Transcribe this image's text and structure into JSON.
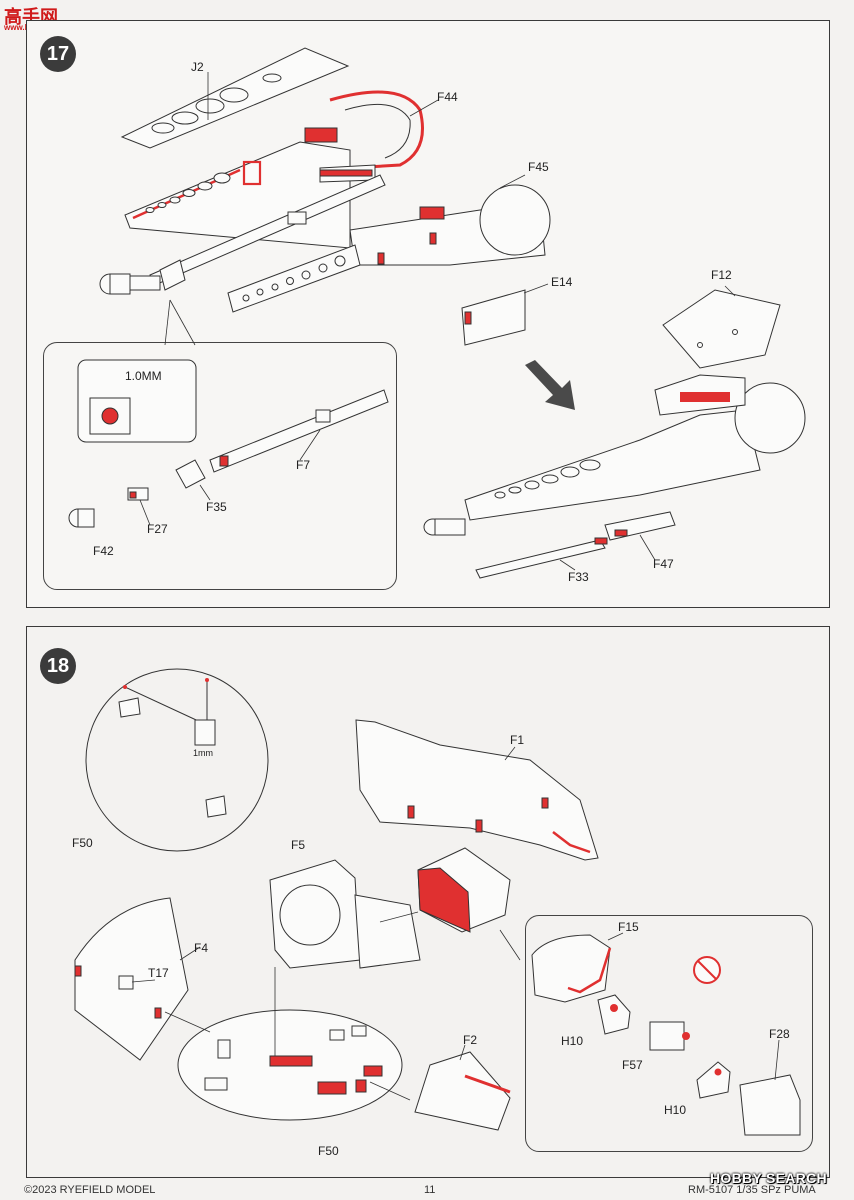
{
  "watermark": {
    "logo_text": "高手网",
    "logo_sub": "www.hobbyshop.com.cn",
    "hobby_search": "HOBBY SEARCH"
  },
  "step17": {
    "number": "17",
    "labels": {
      "j2": "J2",
      "f44": "F44",
      "f45": "F45",
      "e14": "E14",
      "f12": "F12",
      "f7": "F7",
      "f35": "F35",
      "f27": "F27",
      "f42": "F42",
      "drill": "1.0MM",
      "f33": "F33",
      "f47": "F47"
    }
  },
  "step18": {
    "number": "18",
    "labels": {
      "f1": "F1",
      "f50_top": "F50",
      "drill": "1mm",
      "f5": "F5",
      "f4": "F4",
      "t17": "T17",
      "f2": "F2",
      "f50_bottom": "F50",
      "f15": "F15",
      "h10_a": "H10",
      "f57": "F57",
      "h10_b": "H10",
      "f28": "F28"
    }
  },
  "footer": {
    "copyright": "©2023 RYEFIELD MODEL",
    "page_number": "11",
    "product": "RM-5107 1/35 SPz PUMA"
  },
  "colors": {
    "accent_red": "#e03030",
    "line": "#333333",
    "badge": "#3b3b3b"
  }
}
